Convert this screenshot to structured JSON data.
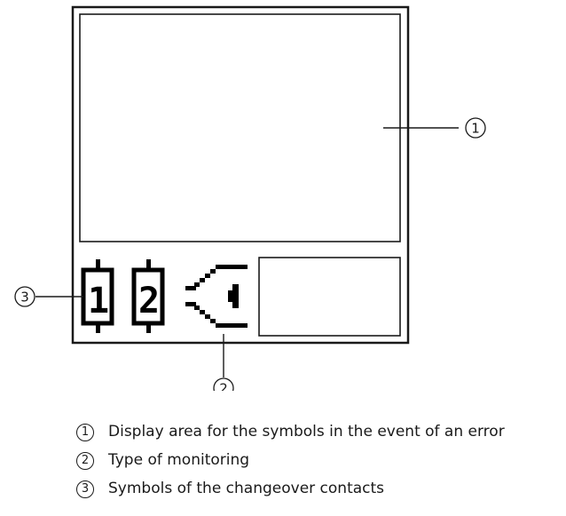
{
  "callouts": [
    "1",
    "2",
    "3"
  ],
  "contacts": [
    "1",
    "2"
  ],
  "legend": [
    {
      "number": "1",
      "text": "Display area for the symbols in the event of an error"
    },
    {
      "number": "2",
      "text": "Type of monitoring"
    },
    {
      "number": "3",
      "text": "Symbols of the changeover contacts"
    }
  ]
}
